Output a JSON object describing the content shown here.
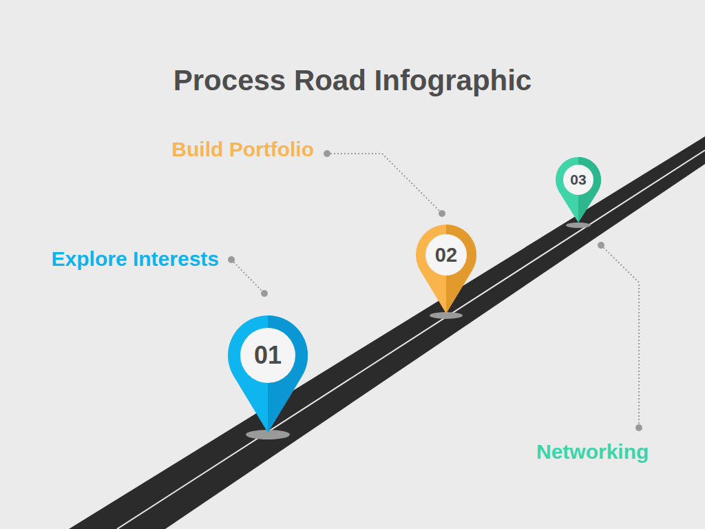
{
  "diagram": {
    "title": "Process Road Infographic",
    "nodes": [
      {
        "text": [
          "01"
        ]
      },
      {
        "text": [
          "02"
        ]
      },
      {
        "text": [
          "03"
        ]
      }
    ],
    "labels": [
      "Explore Interests",
      "Build Portfolio",
      "Networking"
    ]
  }
}
